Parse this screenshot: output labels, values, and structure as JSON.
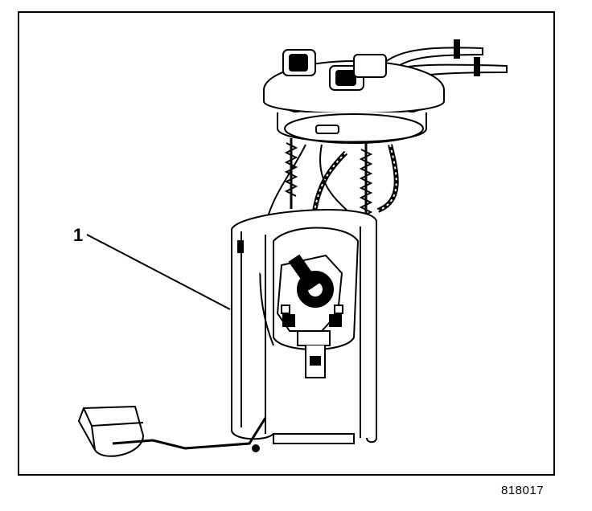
{
  "figure": {
    "callouts": [
      {
        "label": "1",
        "refers_to": "fuel-sender-reservoir"
      }
    ],
    "figure_number": "818017"
  },
  "colors": {
    "ink": "#000000",
    "paper": "#ffffff"
  }
}
